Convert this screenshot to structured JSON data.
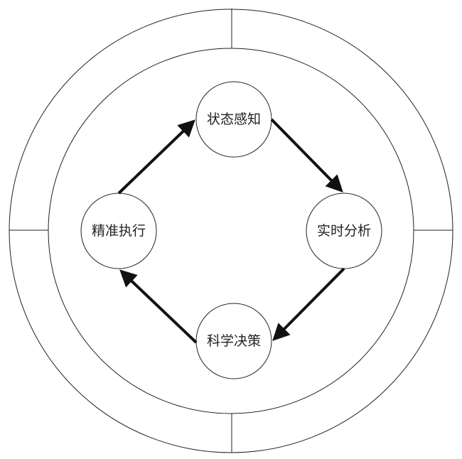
{
  "nodes": [
    {
      "id": "perception",
      "label": "状态感知"
    },
    {
      "id": "analysis",
      "label": "实时分析"
    },
    {
      "id": "decision",
      "label": "科学决策"
    },
    {
      "id": "execution",
      "label": "精准执行"
    }
  ],
  "edges": [
    {
      "from": "perception",
      "to": "analysis"
    },
    {
      "from": "analysis",
      "to": "decision"
    },
    {
      "from": "decision",
      "to": "execution"
    },
    {
      "from": "execution",
      "to": "perception"
    }
  ],
  "colors": {
    "stroke": "#222222",
    "arrow": "#111111"
  }
}
